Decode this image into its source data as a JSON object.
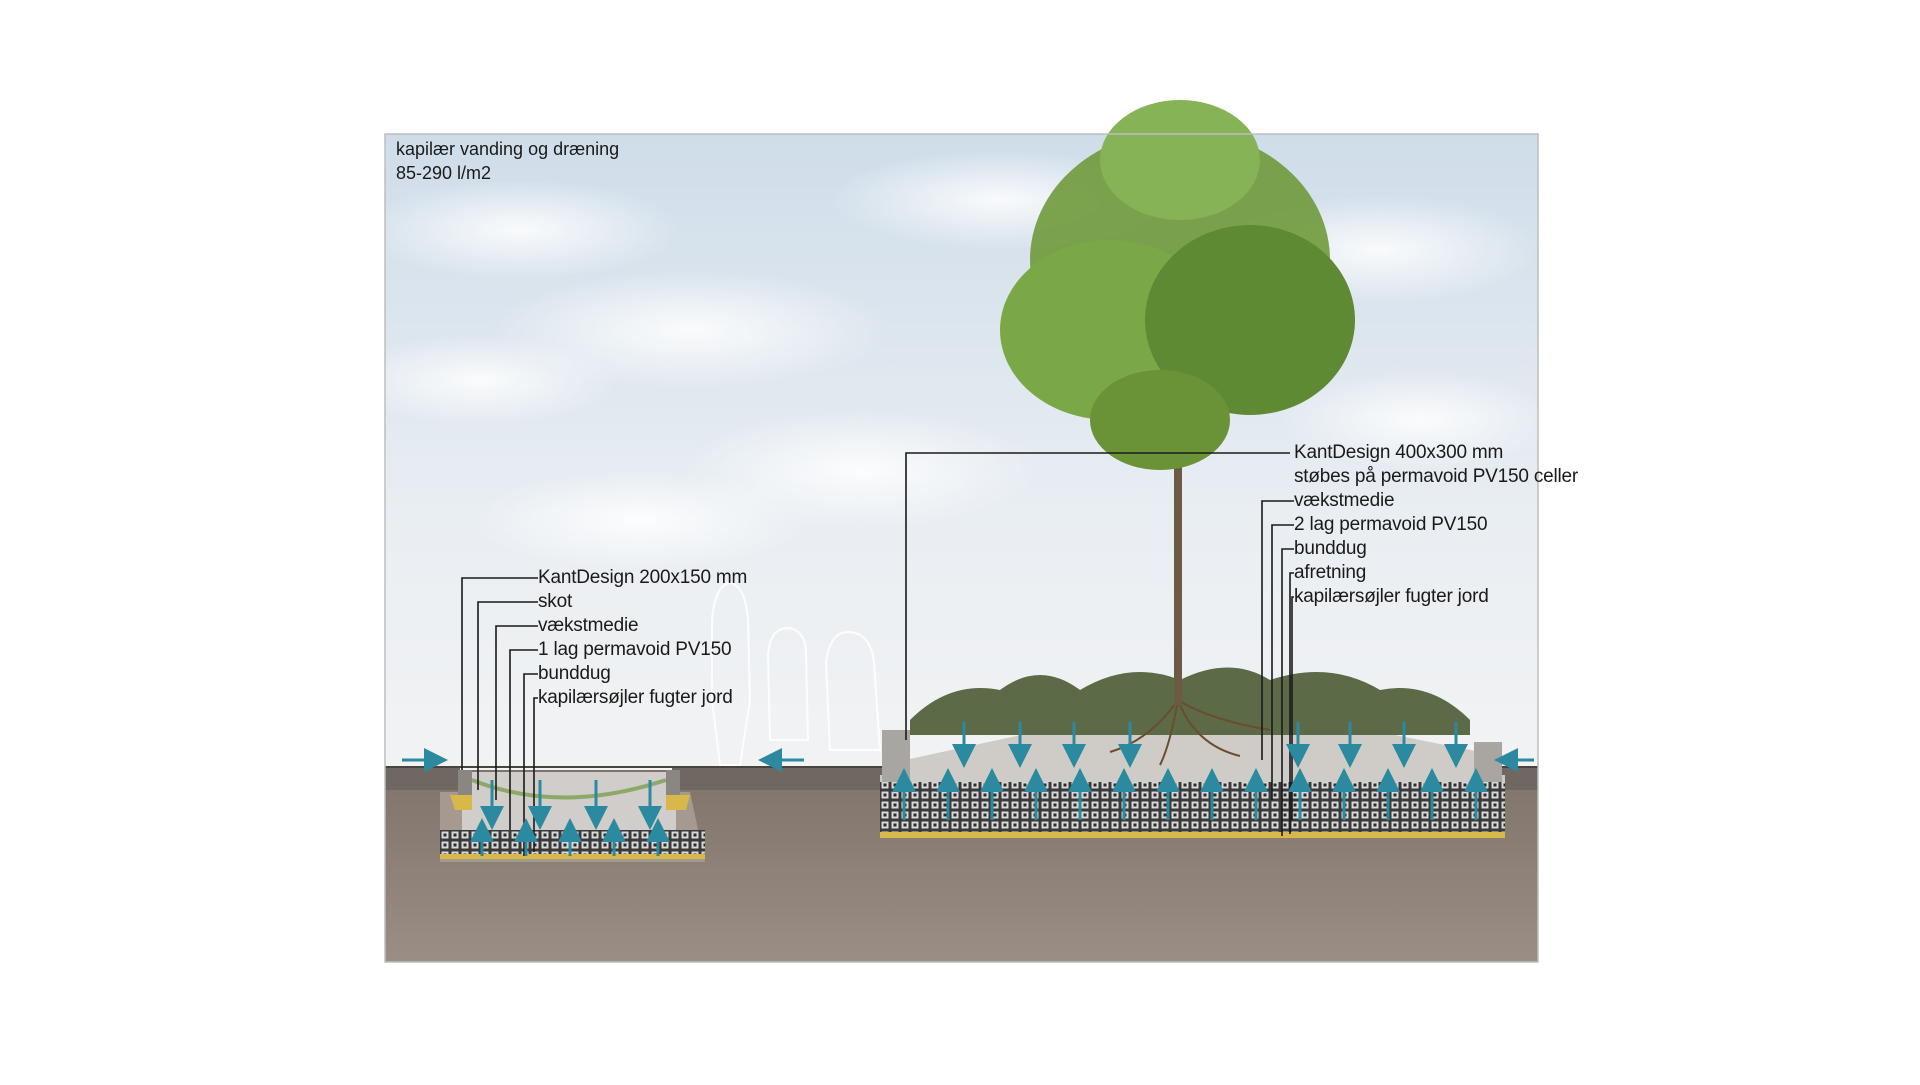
{
  "title": {
    "line1": "kapilær vanding og dræning",
    "line2": "85-290 l/m2"
  },
  "left_bed": {
    "labels": [
      "KantDesign 200x150 mm",
      "skot",
      "vækstmedie",
      "1 lag permavoid PV150",
      "bunddug",
      "kapilærsøjler fugter jord"
    ]
  },
  "right_bed": {
    "labels": [
      "KantDesign 400x300 mm",
      "støbes på permavoid PV150 celler",
      "vækstmedie",
      "2 lag permavoid PV150",
      "bunddug",
      "afretning",
      "kapilærsøjler fugter jord"
    ]
  },
  "colors": {
    "sky": "#dfe8f1",
    "ground": "#8c7f76",
    "soil_mix": "#cfccca",
    "arrow": "#2c8aa0",
    "permavoid": "#2b2b2b",
    "sand": "#d9b84a",
    "foliage": "#6f9a3c"
  }
}
